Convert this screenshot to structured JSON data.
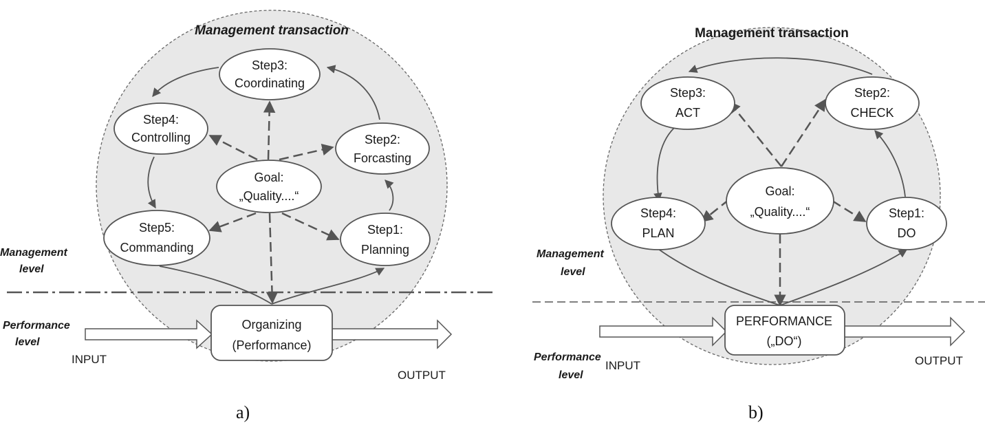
{
  "colors": {
    "circle_fill": "#e8e8e8",
    "node_fill": "#ffffff",
    "stroke": "#555555",
    "text": "#1a1a1a"
  },
  "panel_a": {
    "title": "Management transaction",
    "management_level": [
      "Management",
      "level"
    ],
    "performance_level": [
      "Performance",
      "level"
    ],
    "input": "INPUT",
    "output": "OUTPUT",
    "caption": "a)",
    "goal": [
      "Goal:",
      "„Quality....“"
    ],
    "step1": [
      "Step1:",
      "Planning"
    ],
    "step2": [
      "Step2:",
      "Forcasting"
    ],
    "step3": [
      "Step3:",
      "Coordinating"
    ],
    "step4": [
      "Step4:",
      "Controlling"
    ],
    "step5": [
      "Step5:",
      "Commanding"
    ],
    "process": [
      "Organizing",
      "(Performance)"
    ]
  },
  "panel_b": {
    "title": "Management transaction",
    "management_level": [
      "Management",
      "level"
    ],
    "performance_level": [
      "Performance",
      "level"
    ],
    "input": "INPUT",
    "output": "OUTPUT",
    "caption": "b)",
    "goal": [
      "Goal:",
      "„Quality....“"
    ],
    "step1": [
      "Step1:",
      "DO"
    ],
    "step2": [
      "Step2:",
      "CHECK"
    ],
    "step3": [
      "Step3:",
      "ACT"
    ],
    "step4": [
      "Step4:",
      "PLAN"
    ],
    "process": [
      "PERFORMANCE",
      "(„DO“)"
    ]
  }
}
